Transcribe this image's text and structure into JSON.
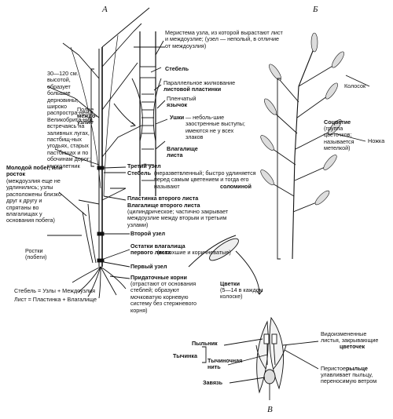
{
  "panels": {
    "a": "А",
    "b": "Б",
    "c": "В"
  },
  "labels": {
    "meristem": "Меристема узла, из которой вырастают лист и междоузлие; (узел — неполый, в отличие от междоузлия)",
    "stem_top": "Стебель",
    "parallel": "Параллельное жилкование",
    "parallel_b": "листовой пластинки",
    "ligule_a": "Пленчатый",
    "ligule_b": "язычок",
    "auricles_b": "Ушки",
    "auricles": "— неболь-шие заостренные выступы; имеются не у всех злаков",
    "sheath_a": "Влагалище",
    "sheath_b": "листа",
    "habitat": "30—120 см. высотой, образует большие дерновины; широко распростра-нен в Великобрита-нии, встречаясь на заливных лугах, пастбищ-ных угодьях, старых пастбищах и по обочинам дорог; многолетник",
    "hollow_internode_a": "Полое",
    "hollow_internode_b": "междо-узлие",
    "third_node": "Третий узел",
    "stem_desc_b": "Стебель",
    "stem_desc": "(неразветвленный; быстро удлиняется перед самым цветением и тогда его называют",
    "stem_desc_c": "соломиной",
    "young_shoot_b": "Молодой побег, или росток",
    "young_shoot": "(междоузлия еще не удлинились; узлы расположены близко друг к другу и спрятаны во влагалищах у основания побега)",
    "blade2": "Пластинка второго листа",
    "sheath2_b": "Влагалище второго листа",
    "sheath2": "(цилиндрическое; частично закрывает междоузлие между вторым и третьим узлами)",
    "second_node": "Второй узел",
    "shoots": "Ростки (побеги)",
    "remains_b": "Остатки влагалища первого листа",
    "remains": "(высохшие и коричневатые)",
    "first_node": "Первый узел",
    "roots_b": "Придаточные корни",
    "roots": "(отрастают от основания стеблей; образуют мочковатую корневую систему без стержневого корня)",
    "formula_1": "Стебель = Узлы +  Междоузлия",
    "formula_2": "Лист = Пластинка + Влагалище",
    "spikelet": "Колосок",
    "inflor_b": "Соцветие",
    "inflor": "(группа цветочков; называется метелкой)",
    "pedicel": "Ножка",
    "flowers_b": "Цветки",
    "flowers": "(5—14 в каждом колоске)",
    "bracts": "Видоизмененные листья, закрывающие",
    "bracts_b": "цветочек",
    "anther": "Пыльник",
    "stamen": "Тычинка",
    "filament_b": "Тычиночная нить",
    "stigma": "Перистое",
    "stigma_b": "рыльце",
    "stigma_c": "улавливает пыльцу, переносимую ветром",
    "ovary": "Завязь"
  }
}
